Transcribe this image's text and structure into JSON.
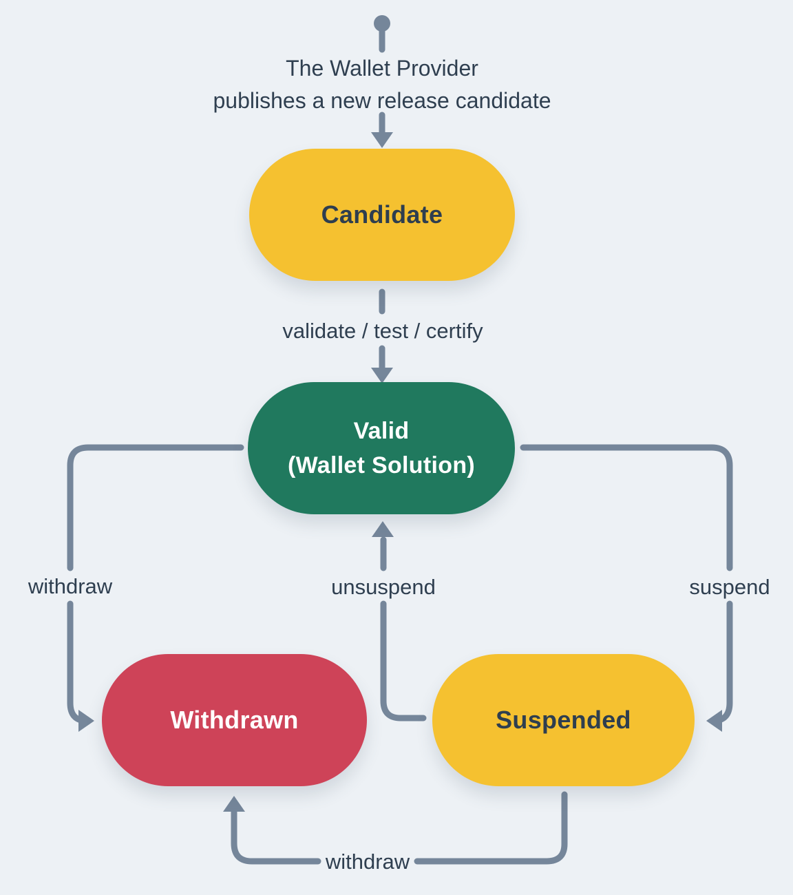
{
  "colors": {
    "background": "#EDF1F5",
    "connector": "#75869A",
    "edge_label_text": "#2F3F50",
    "node_label_dark": "#2E3E4F",
    "node_label_light": "#FFFFFF",
    "candidate_fill": "#F5C130",
    "valid_fill": "#20795E",
    "withdrawn_fill": "#CE4358",
    "suspended_fill": "#F5C130"
  },
  "start_event": {
    "line1": "The Wallet Provider",
    "line2": "publishes a new release candidate"
  },
  "nodes": {
    "candidate": {
      "label": "Candidate"
    },
    "valid": {
      "label_line1": "Valid",
      "label_line2": "(Wallet Solution)"
    },
    "withdrawn": {
      "label": "Withdrawn"
    },
    "suspended": {
      "label": "Suspended"
    }
  },
  "edge_labels": {
    "validate": "validate / test / certify",
    "withdraw_to_withdrawn": "withdraw",
    "unsuspend": "unsuspend",
    "suspend": "suspend",
    "withdraw_from_suspended": "withdraw"
  }
}
